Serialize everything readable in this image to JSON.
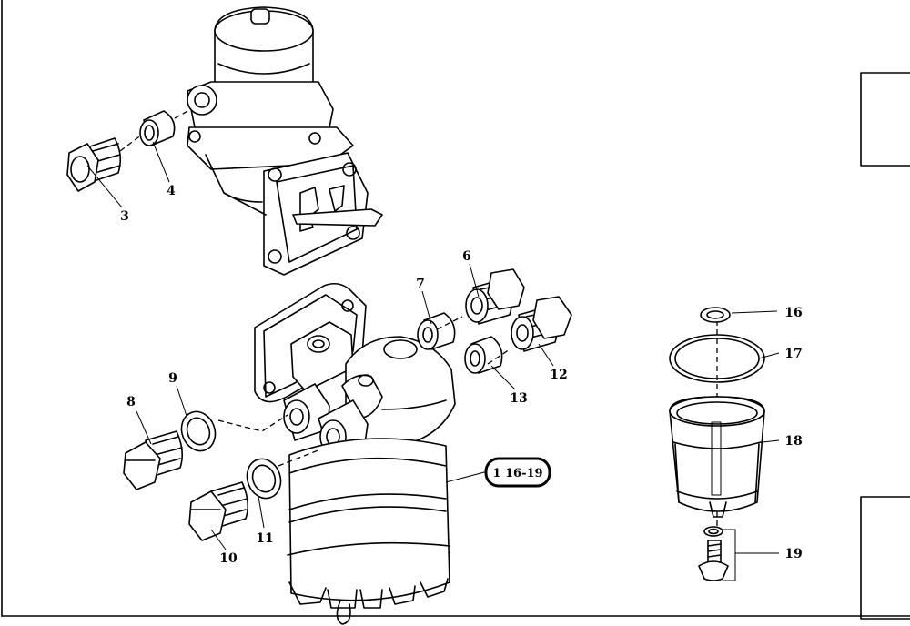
{
  "callouts": {
    "c3": "3",
    "c4": "4",
    "c6": "6",
    "c7": "7",
    "c8": "8",
    "c9": "9",
    "c10": "10",
    "c11": "11",
    "c12": "12",
    "c13": "13",
    "c16": "16",
    "c17": "17",
    "c18": "18",
    "c19": "19"
  },
  "reference_box": "1 16-19"
}
